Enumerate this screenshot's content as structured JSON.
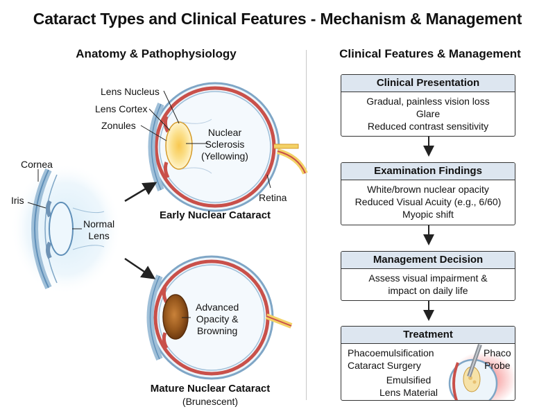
{
  "title": "Cataract Types and Clinical Features - Mechanism & Management",
  "left_panel": {
    "heading": "Anatomy & Pathophysiology",
    "normal_eye": {
      "labels": {
        "cornea": "Cornea",
        "iris": "Iris",
        "lens": "Normal\nLens"
      }
    },
    "early": {
      "labels": {
        "lens_nucleus": "Lens Nucleus",
        "lens_cortex": "Lens Cortex",
        "zonules": "Zonules",
        "nuclear_sclerosis": "Nuclear\nSclerosis\n(Yellowing)",
        "retina": "Retina"
      },
      "caption": "Early Nuclear Cataract"
    },
    "mature": {
      "labels": {
        "opacity": "Advanced\nOpacity &\nBrowning"
      },
      "caption": "Mature Nuclear Cataract",
      "subcaption": "(Brunescent)"
    }
  },
  "right_panel": {
    "heading": "Clinical Features & Management",
    "steps": [
      {
        "title": "Clinical Presentation",
        "lines": [
          "Gradual, painless vision loss",
          "Glare",
          "Reduced contrast sensitivity"
        ]
      },
      {
        "title": "Examination Findings",
        "lines": [
          "White/brown nuclear opacity",
          "Reduced Visual Acuity (e.g., 6/60)",
          "Myopic shift"
        ]
      },
      {
        "title": "Management Decision",
        "lines": [
          "Assess visual impairment &",
          "impact on daily life"
        ]
      },
      {
        "title": "Treatment",
        "lines": []
      }
    ],
    "treatment": {
      "procedure": "Phacoemulsification\nCataract Surgery",
      "probe": "Phaco\nProbe",
      "material": "Emulsified\nLens Material"
    }
  },
  "colors": {
    "header_fill": "#dde6f0",
    "eye_wall": "#b7cfe3",
    "choroid_red": "#c9504a",
    "early_lens": "#f6c94e",
    "mature_lens": "#9a5a1e"
  }
}
